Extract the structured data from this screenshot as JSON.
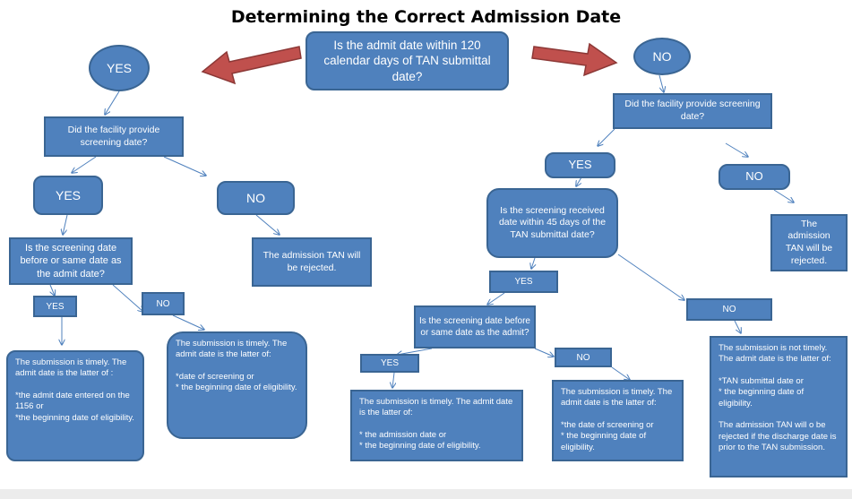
{
  "title": "Determining the Correct Admission Date",
  "nodes": {
    "q_main": "Is the admit date within 120 calendar days of TAN submittal date?",
    "yes_main": "YES",
    "no_main": "NO",
    "l_q_screening_provided": "Did the facility  provide screening date?",
    "l_yes": "YES",
    "l_no": "NO",
    "l_rejected": "The admission TAN will be rejected.",
    "l_q_before_same": "Is the screening date before or same date as the admit date?",
    "l_yes2": "YES",
    "l_no2": "NO",
    "l_result_yes": "The submission is timely.  The admit date is the latter of :\n\n*the admit date entered on the 1156 or\n*the beginning date of eligibility.",
    "l_result_no": "The submission is timely. The admit date is the latter of:\n\n*date of screening or\n* the beginning date of eligibility.",
    "r_q_screening_provided": "Did the facility provide screening date?",
    "r_yes": "YES",
    "r_no": "NO",
    "r_rejected": "The admission TAN will be rejected.",
    "r_q_45_days": "Is the screening received date within 45 days of the TAN submittal date?",
    "r_yes2": "YES",
    "r_no2": "NO",
    "r_q_before_same": "Is the screening date before or same date as the admit?",
    "r_yes3": "YES",
    "r_no3": "NO",
    "r_result_yes": "The submission is timely. The admit date is the latter of:\n\n* the admission date or\n* the beginning date of  eligibility.",
    "r_result_no": "The submission is timely.  The admit date is the latter of:\n\n*the date of screening or\n* the beginning date of eligibility.",
    "r_result_not_timely": "The submission is not timely.  The admit date is the latter of:\n\n*TAN submittal date or\n* the beginning date of eligibility.\n\nThe admission TAN will o be rejected if the discharge date is prior to the TAN submission."
  },
  "colors": {
    "box_fill": "#4f81bd",
    "box_border": "#3a6593",
    "big_arrow": "#c0504d",
    "connector": "#4f81bd"
  }
}
